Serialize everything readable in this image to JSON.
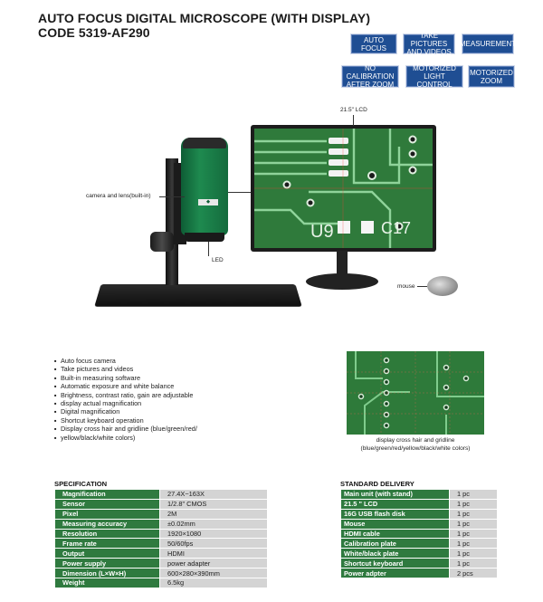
{
  "header": {
    "title_line1": "AUTO FOCUS DIGITAL MICROSCOPE (WITH DISPLAY)",
    "title_line2": "CODE 5319-AF290"
  },
  "badges": [
    "AUTO FOCUS",
    "TAKE PICTURES\nAND VIDEOS",
    "MEASUREMENT",
    "NO CALIBRATION\nAFTER ZOOM",
    "MOTORIZED\nLIGHT CONTROL",
    "MOTORIZED\nZOOM"
  ],
  "callouts": {
    "lcd": "21.5\" LCD",
    "camera": "camera and lens(built-in)",
    "led": "LED",
    "mouse": "mouse"
  },
  "screen_text": {
    "left": "U9",
    "right": "C17"
  },
  "features": [
    "Auto focus camera",
    "Take pictures and videos",
    "Built-in measuring software",
    "Automatic exposure and white balance",
    "Brightness, contrast ratio, gain are adjustable",
    "display actual magnification",
    "Digital magnification",
    "Shortcut keyboard operation",
    "Display cross hair and gridline (blue/green/red/",
    "yellow/black/white colors)"
  ],
  "crosshair_caption": {
    "line1": "display cross hair and gridline",
    "line2": "(blue/green/red/yellow/black/white colors)"
  },
  "specification": {
    "title": "SPECIFICATION",
    "rows": [
      {
        "key": "Magnification",
        "value": "27.4X~163X"
      },
      {
        "key": "Sensor",
        "value": "1/2.8\" CMOS"
      },
      {
        "key": "Pixel",
        "value": "2M"
      },
      {
        "key": "Measuring accuracy",
        "value": "±0.02mm"
      },
      {
        "key": "Resolution",
        "value": "1920×1080"
      },
      {
        "key": "Frame rate",
        "value": "50/60fps"
      },
      {
        "key": "Output",
        "value": "HDMI"
      },
      {
        "key": "Power supply",
        "value": "power adapter"
      },
      {
        "key": "Dimension (L×W×H)",
        "value": "600×280×390mm"
      },
      {
        "key": "Weight",
        "value": "6.5kg"
      }
    ]
  },
  "delivery": {
    "title": "STANDARD DELIVERY",
    "rows": [
      {
        "key": "Main unit (with stand)",
        "value": "1 pc"
      },
      {
        "key": "21.5 \" LCD",
        "value": "1 pc"
      },
      {
        "key": "16G USB flash disk",
        "value": "1 pc"
      },
      {
        "key": "Mouse",
        "value": "1 pc"
      },
      {
        "key": "HDMI cable",
        "value": "1 pc"
      },
      {
        "key": "Calibration plate",
        "value": "1 pc"
      },
      {
        "key": "White/black plate",
        "value": "1 pc"
      },
      {
        "key": "Shortcut keyboard",
        "value": "1 pc"
      },
      {
        "key": "Power adpter",
        "value": "2 pcs"
      }
    ]
  },
  "colors": {
    "badge": "#1f4e93",
    "table_key": "#2f7a3f",
    "table_value": "#d4d4d4",
    "microscope_green": "#1e8a4f"
  }
}
